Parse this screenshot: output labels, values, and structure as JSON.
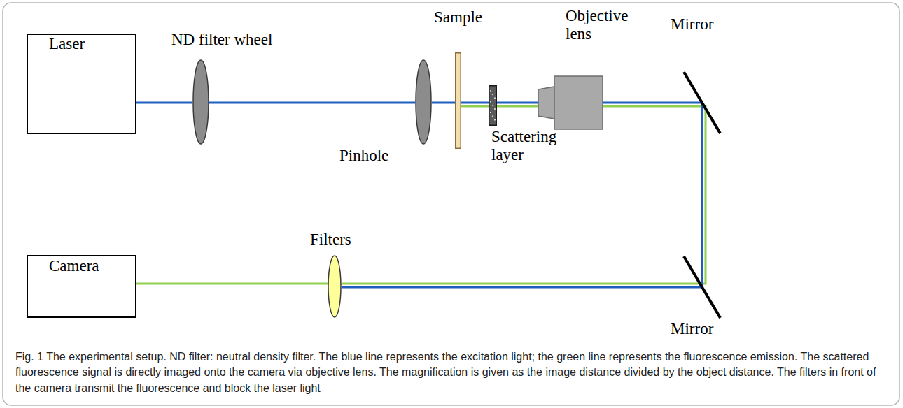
{
  "diagram": {
    "caption": "Fig. 1 The experimental setup. ND filter: neutral density filter. The blue line represents the excitation light; the green line represents the fluorescence emission. The scattered fluorescence signal is directly imaged onto the camera via objective lens. The magnification is given as the image distance divided by the object distance. The filters in front of the camera transmit the fluorescence and block the laser light",
    "nodes": [
      {
        "text": [
          "Laser"
        ]
      },
      {
        "text": [
          "ND filter wheel"
        ]
      },
      {
        "text": [
          "Pinhole"
        ]
      },
      {
        "text": [
          "Sample"
        ]
      },
      {
        "text": [
          "Scattering layer"
        ]
      },
      {
        "text": [
          "Objective lens"
        ]
      },
      {
        "text": [
          "Mirror"
        ]
      },
      {
        "text": [
          "Mirror"
        ]
      },
      {
        "text": [
          "Filters"
        ]
      },
      {
        "text": [
          "Camera"
        ]
      }
    ],
    "edges": [
      {
        "from": 0,
        "to": 1,
        "arrow": "none"
      },
      {
        "from": 1,
        "to": 2,
        "arrow": "none"
      },
      {
        "from": 2,
        "to": 3,
        "arrow": "none"
      },
      {
        "from": 3,
        "to": 4,
        "arrow": "none"
      },
      {
        "from": 4,
        "to": 5,
        "arrow": "none"
      },
      {
        "from": 5,
        "to": 6,
        "arrow": "none"
      },
      {
        "from": 6,
        "to": 7,
        "arrow": "none"
      },
      {
        "from": 7,
        "to": 8,
        "arrow": "none"
      },
      {
        "from": 8,
        "to": 9,
        "arrow": "none"
      }
    ]
  }
}
